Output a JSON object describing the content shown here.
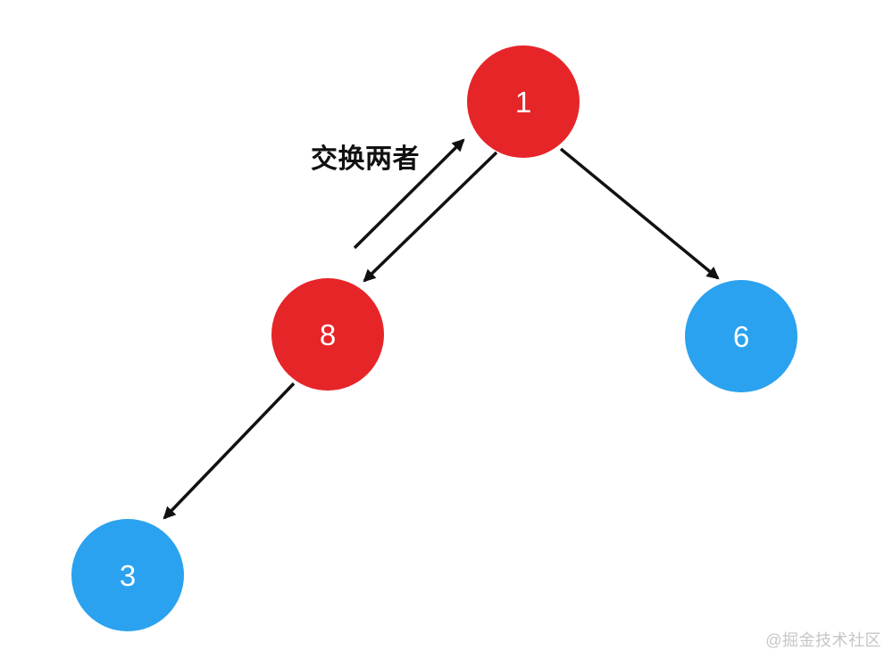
{
  "diagram": {
    "type": "binary-tree",
    "swap_label": "交换两者",
    "watermark": "@掘金技术社区",
    "colors": {
      "node_red": "#E62529",
      "node_blue": "#2BA2EF",
      "arrow_black": "#111111",
      "watermark_gray": "#C6C6C6"
    },
    "nodes": [
      {
        "value": "1",
        "color": "node_red"
      },
      {
        "value": "8",
        "color": "node_red"
      },
      {
        "value": "6",
        "color": "node_blue"
      },
      {
        "value": "3",
        "color": "node_blue"
      }
    ],
    "edges": [
      {
        "from": "8",
        "to": "1",
        "kind": "swap-arrow-up"
      },
      {
        "from": "1",
        "to": "8",
        "kind": "swap-arrow-down"
      },
      {
        "from": "1",
        "to": "6",
        "kind": "tree-edge-arrow"
      },
      {
        "from": "8",
        "to": "3",
        "kind": "tree-edge-arrow"
      }
    ]
  }
}
